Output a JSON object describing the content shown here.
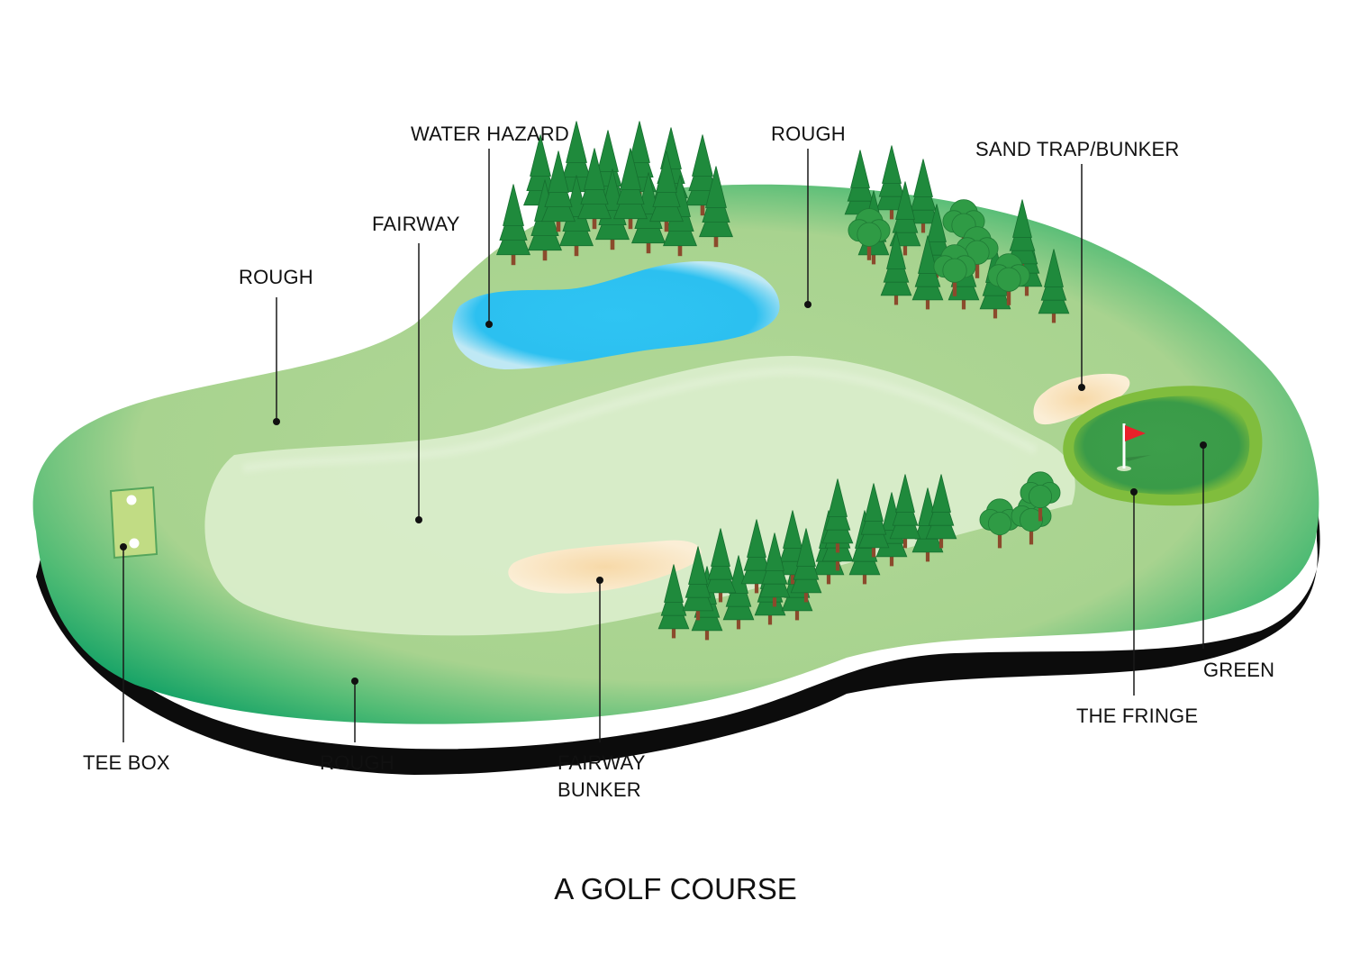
{
  "title": "A GOLF COURSE",
  "labels": {
    "water_hazard": "WATER HAZARD",
    "rough_top": "ROUGH",
    "sand_trap": "SAND TRAP/BUNKER",
    "fairway": "FAIRWAY",
    "rough_left": "ROUGH",
    "tee_box": "TEE BOX",
    "rough_bottom": "ROUGH",
    "fairway_bunker_line1": "FAIRWAY",
    "fairway_bunker_line2": "BUNKER",
    "the_fringe": "THE FRINGE",
    "green": "GREEN"
  },
  "colors": {
    "rough_light": "#acd592",
    "rough_edge": "#1aa86a",
    "fairway": "#d8ecc8",
    "water": "#2cc3f2",
    "water_edge": "#e4f2f7",
    "sand": "#f9dcae",
    "green": "#3c9d4a",
    "fringe": "#7fbc3c",
    "tee_box": "#c1dc84",
    "tree": "#1f8a3c",
    "trunk": "#8b4a2c",
    "flag": "#e8202a"
  }
}
